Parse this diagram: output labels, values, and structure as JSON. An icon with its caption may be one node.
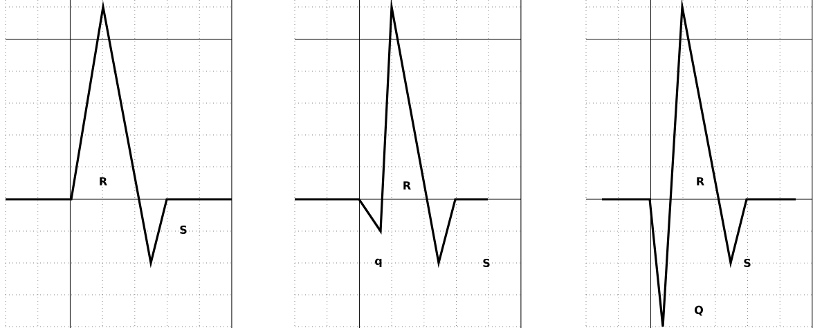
{
  "diagram": {
    "labels": [
      "R",
      "S",
      "R",
      "q",
      "S",
      "R",
      "S",
      "Q"
    ]
  }
}
